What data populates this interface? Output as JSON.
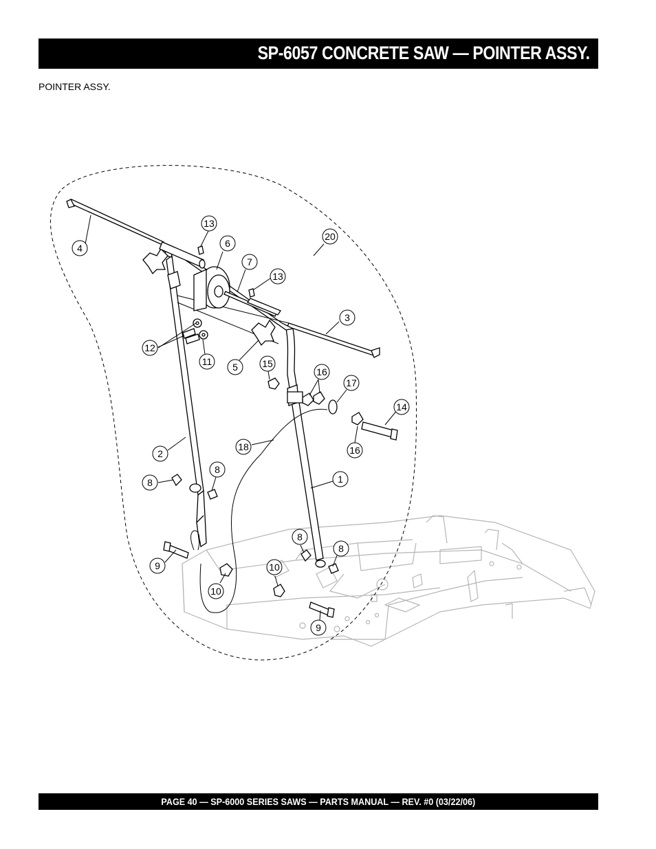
{
  "header": {
    "title": "SP-6057 CONCRETE SAW —  POINTER ASSY."
  },
  "section_label": "POINTER ASSY.",
  "callouts": [
    {
      "id": "c13a",
      "label": "13"
    },
    {
      "id": "c4",
      "label": "4"
    },
    {
      "id": "c6",
      "label": "6"
    },
    {
      "id": "c20",
      "label": "20"
    },
    {
      "id": "c7",
      "label": "7"
    },
    {
      "id": "c13b",
      "label": "13"
    },
    {
      "id": "c3",
      "label": "3"
    },
    {
      "id": "c12",
      "label": "12"
    },
    {
      "id": "c11",
      "label": "11"
    },
    {
      "id": "c5",
      "label": "5"
    },
    {
      "id": "c15",
      "label": "15"
    },
    {
      "id": "c16a",
      "label": "16"
    },
    {
      "id": "c17",
      "label": "17"
    },
    {
      "id": "c14",
      "label": "14"
    },
    {
      "id": "c18",
      "label": "18"
    },
    {
      "id": "c16b",
      "label": "16"
    },
    {
      "id": "c2",
      "label": "2"
    },
    {
      "id": "c8a",
      "label": "8"
    },
    {
      "id": "c8b",
      "label": "8"
    },
    {
      "id": "c1",
      "label": "1"
    },
    {
      "id": "c8c",
      "label": "8"
    },
    {
      "id": "c8d",
      "label": "8"
    },
    {
      "id": "c9a",
      "label": "9"
    },
    {
      "id": "c10a",
      "label": "10"
    },
    {
      "id": "c10b",
      "label": "10"
    },
    {
      "id": "c9b",
      "label": "9"
    }
  ],
  "footer": {
    "text": "PAGE 40 — SP-6000 SERIES SAWS  — PARTS MANUAL — REV. #0 (03/22/06)"
  }
}
